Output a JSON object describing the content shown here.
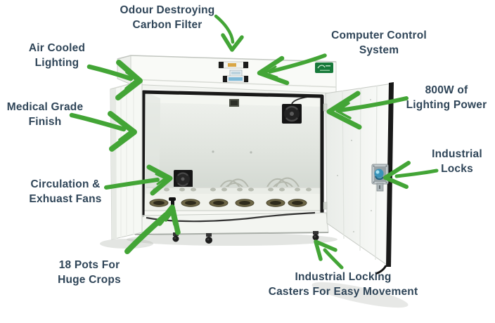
{
  "diagram": {
    "colors": {
      "arrow_green": "#43a536",
      "label_text": "#2f4558",
      "logo_green": "#17793a",
      "gasket_black": "#191919",
      "lock_blue": "#3a93b8",
      "cabinet_white": "#f8f9f6"
    },
    "labels": {
      "carbon_filter": {
        "line1": "Odour Destroying",
        "line2": "Carbon Filter"
      },
      "computer_control": {
        "line1": "Computer Control",
        "line2": "System"
      },
      "air_cooled": {
        "line1": "Air Cooled",
        "line2": "Lighting"
      },
      "lighting_power": {
        "line1": "800W of",
        "line2": "Lighting Power"
      },
      "medical_grade": {
        "line1": "Medical Grade",
        "line2": "Finish"
      },
      "industrial_locks": {
        "line1": "Industrial",
        "line2": "Locks"
      },
      "circulation_fans": {
        "line1": "Circulation &",
        "line2": "Exhuast Fans"
      },
      "pots": {
        "line1": "18 Pots For",
        "line2": "Huge Crops"
      },
      "casters": {
        "line1": "Industrial Locking",
        "line2": "Casters For Easy Movement"
      }
    }
  }
}
